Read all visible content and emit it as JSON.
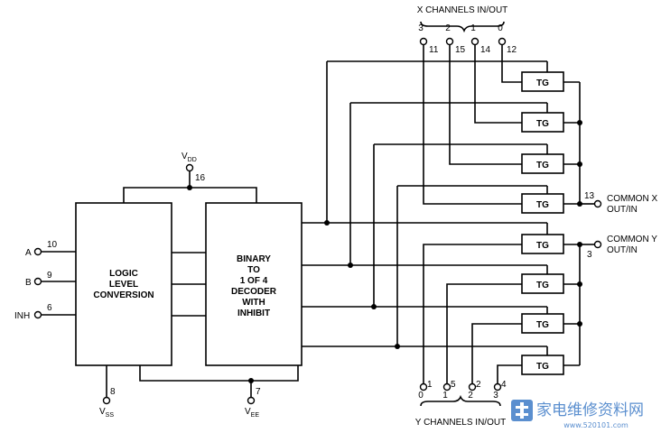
{
  "top_label": "X CHANNELS IN/OUT",
  "bottom_label": "Y CHANNELS IN/OUT",
  "logic_block": [
    "LOGIC",
    "LEVEL",
    "CONVERSION"
  ],
  "decoder_block": [
    "BINARY",
    "TO",
    "1 OF 4",
    "DECODER",
    "WITH",
    "INHIBIT"
  ],
  "inputs": [
    {
      "name": "A",
      "pin": "10"
    },
    {
      "name": "B",
      "pin": "9"
    },
    {
      "name": "INH",
      "pin": "6"
    }
  ],
  "vdd": {
    "label": "V",
    "sub": "DD",
    "pin": "16"
  },
  "vss": {
    "label": "V",
    "sub": "SS",
    "pin": "8"
  },
  "vee": {
    "label": "V",
    "sub": "EE",
    "pin": "7"
  },
  "x_channels": [
    {
      "num": "3",
      "pin": "11"
    },
    {
      "num": "2",
      "pin": "15"
    },
    {
      "num": "1",
      "pin": "14"
    },
    {
      "num": "0",
      "pin": "12"
    }
  ],
  "y_channels": [
    {
      "num": "0",
      "pin": "1"
    },
    {
      "num": "1",
      "pin": "5"
    },
    {
      "num": "2",
      "pin": "2"
    },
    {
      "num": "3",
      "pin": "4"
    }
  ],
  "tg_label": "TG",
  "common_x": {
    "line1": "COMMON X",
    "line2": "OUT/IN",
    "pin": "13"
  },
  "common_y": {
    "line1": "COMMON Y",
    "line2": "OUT/IN",
    "pin": "3"
  },
  "watermark": {
    "text": "家电维修资料网",
    "url": "www.520101.com"
  }
}
